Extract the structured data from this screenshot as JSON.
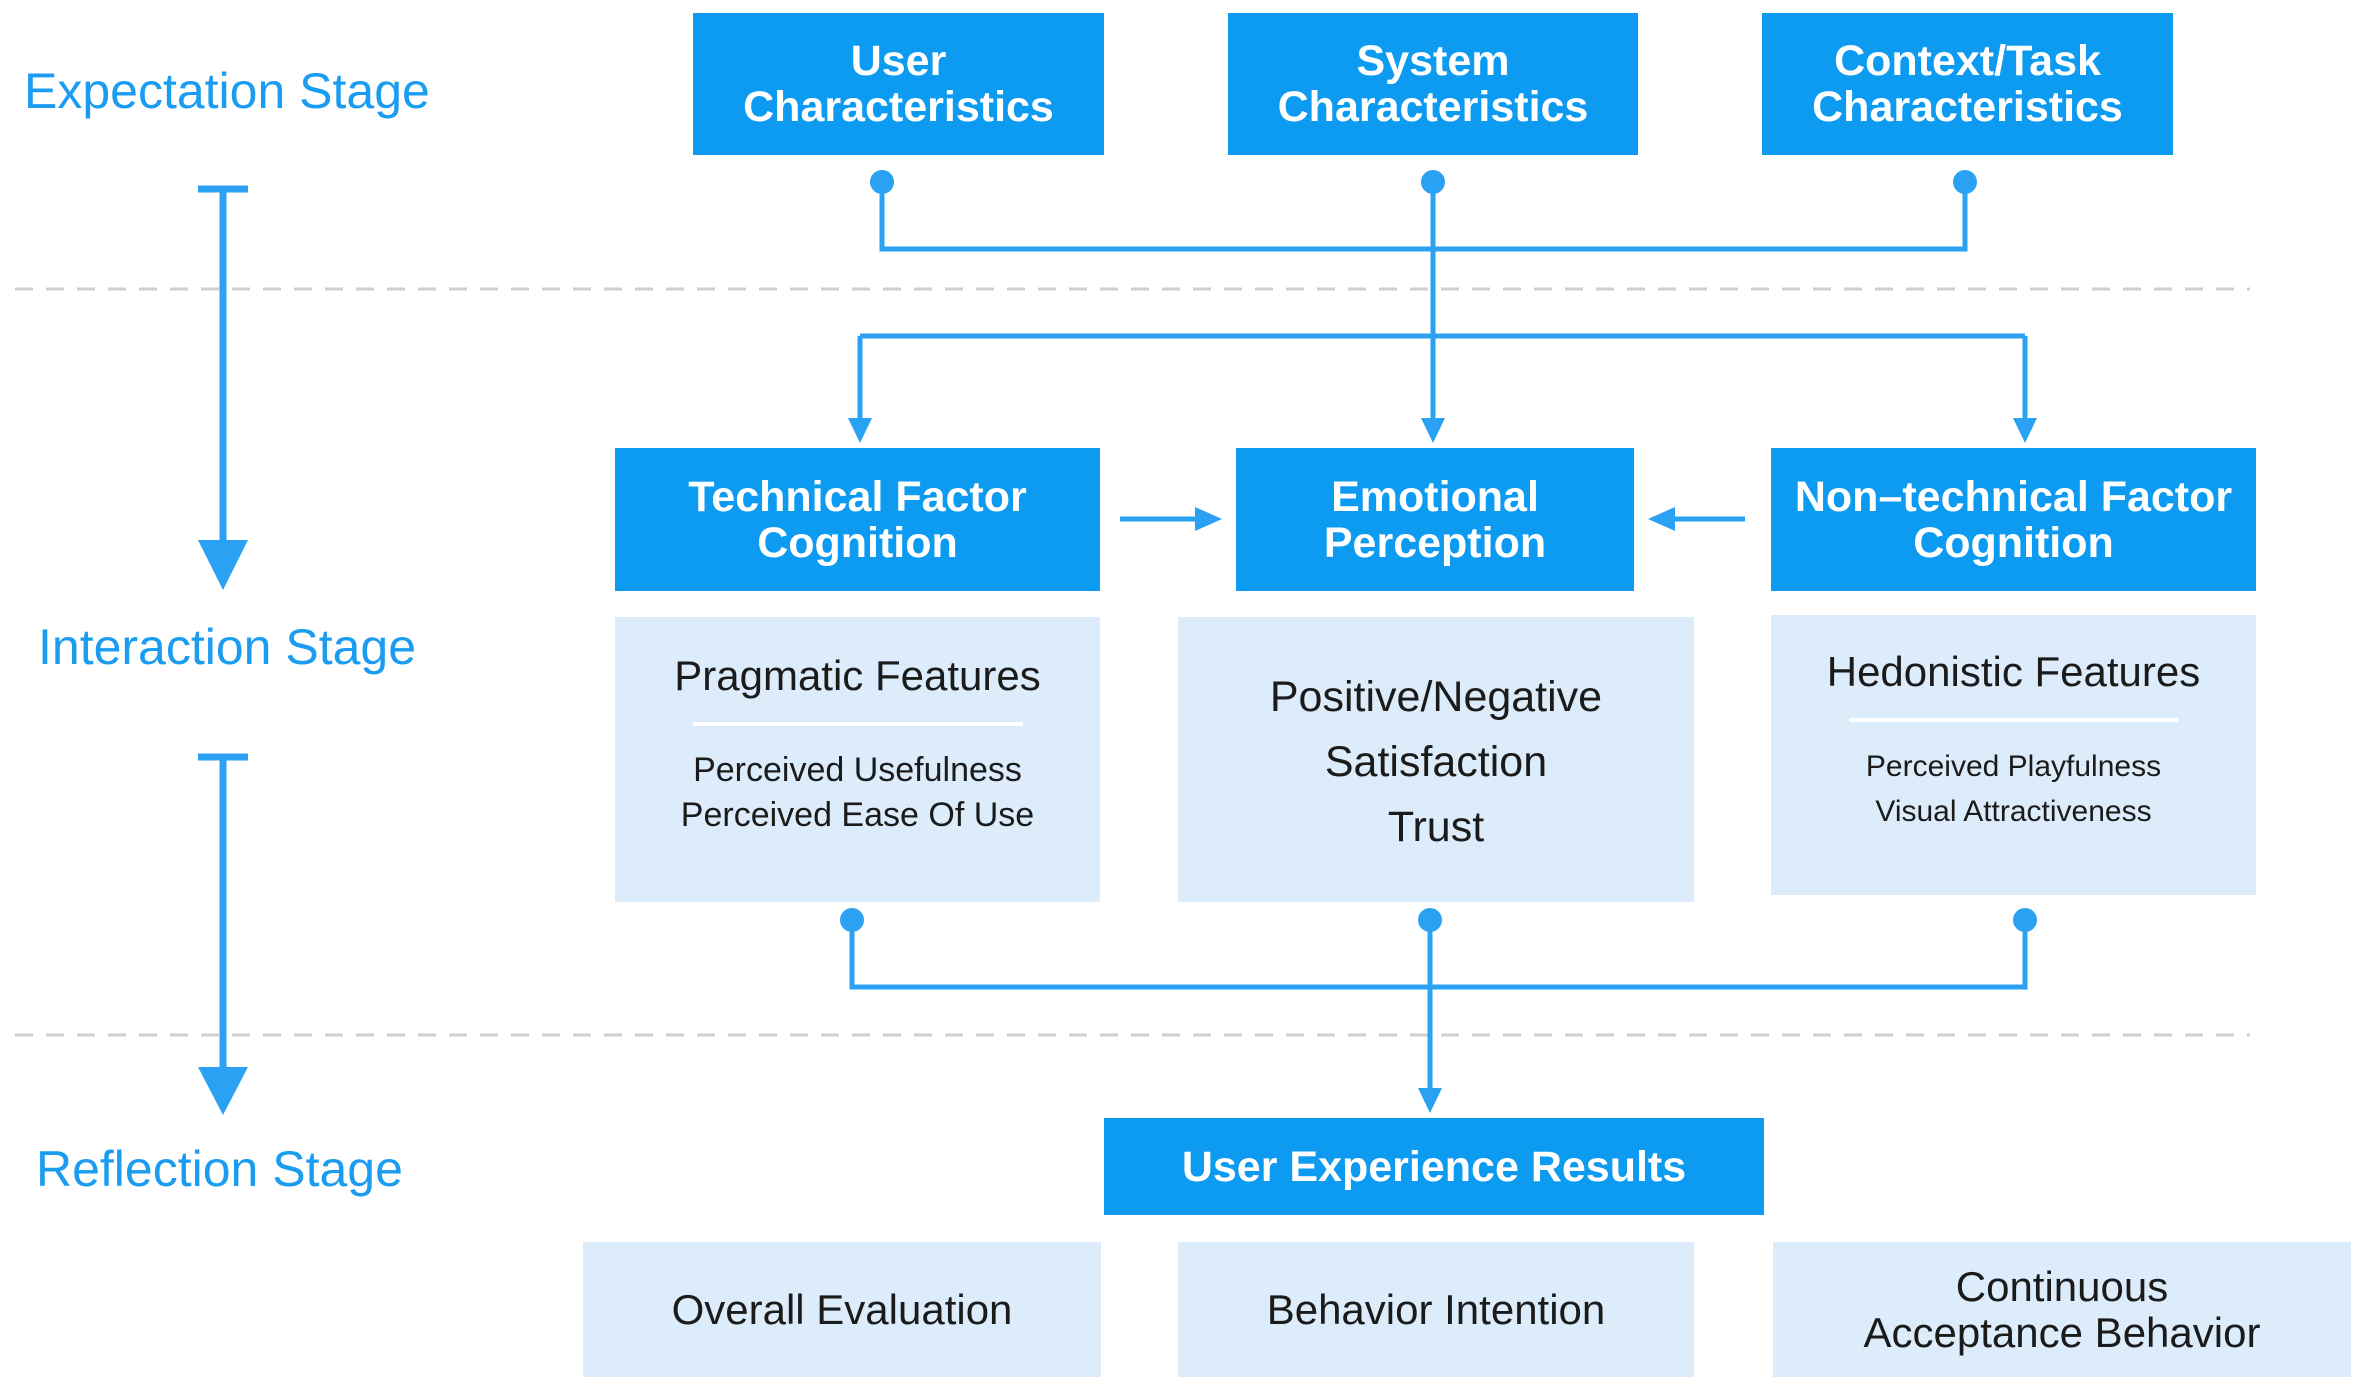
{
  "stages": {
    "expectation": "Expectation Stage",
    "interaction": "Interaction Stage",
    "reflection": "Reflection Stage"
  },
  "characteristics": {
    "user": [
      "User",
      "Characteristics"
    ],
    "system": [
      "System",
      "Characteristics"
    ],
    "context": [
      "Context/Task",
      "Characteristics"
    ]
  },
  "cognition": {
    "technical": [
      "Technical Factor",
      "Cognition"
    ],
    "emotional": [
      "Emotional",
      "Perception"
    ],
    "nontechnical": [
      "Non–technical Factor",
      "Cognition"
    ]
  },
  "details": {
    "pragmatic": {
      "title": "Pragmatic Features",
      "items": [
        "Perceived Usefulness",
        "Perceived Ease Of Use"
      ]
    },
    "emotion": {
      "items": [
        "Positive/Negative",
        "Satisfaction",
        "Trust"
      ]
    },
    "hedonistic": {
      "title": "Hedonistic Features",
      "items": [
        "Perceived Playfulness",
        "Visual Attractiveness"
      ]
    }
  },
  "results": {
    "title": "User Experience Results",
    "overall": "Overall Evaluation",
    "behavior": "Behavior Intention",
    "continuous": [
      "Continuous",
      "Acceptance Behavior"
    ]
  },
  "colors": {
    "accent": "#0d9bf2",
    "stage_text": "#1a9cf0",
    "line": "#2aa1f3",
    "panel": "#dcecfa",
    "divider": "#cfcfcf"
  }
}
